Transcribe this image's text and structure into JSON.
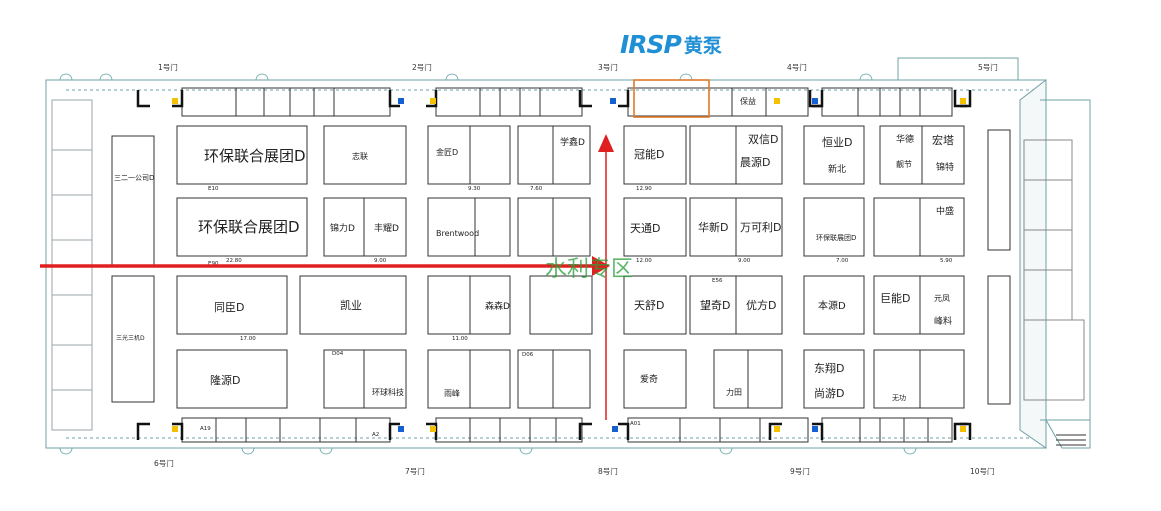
{
  "brand": {
    "mark": "IRSP",
    "cn": "黄泵"
  },
  "gates": {
    "top": [
      "1号门",
      "2号门",
      "3号门",
      "4号门",
      "5号门"
    ],
    "bottom": [
      "6号门",
      "7号门",
      "8号门",
      "9号门",
      "10号门"
    ]
  },
  "booths": {
    "b_hbl1": "环保联合展团D",
    "b_hbl2": "环保联合展团D",
    "b_zhikong": "志联",
    "b_gaolian": "金匠D",
    "b_xuexin": "学鑫D",
    "b_guanneng": "冠能D",
    "b_shuangxin": "双信D",
    "b_chenyuan": "晨源D",
    "b_hengye": "恒业D",
    "b_huadu": "华德",
    "b_hongte": "宏塔",
    "b_liangjiao": "靓节",
    "b_baoyi": "保益",
    "b_xinbei": "新北",
    "b_zhongte": "锦特",
    "b_jinli": "锦力D",
    "b_fengkai": "丰耀D",
    "b_brentwood": "Brentwood",
    "b_tiantong": "天通D",
    "b_huaxin": "华新D",
    "b_wanke": "万可利D",
    "b_zhongsheng": "中盛",
    "b_tongqi": "同臣D",
    "b_kaiye": "凯业",
    "b_senxin": "森森D",
    "b_tianshu": "天舒D",
    "b_wangqi": "望奇D",
    "b_youfang": "优方D",
    "b_benyuan": "本源D",
    "b_juneng": "巨能D",
    "b_longyuan": "隆源D",
    "b_huanqiu": "环球科技",
    "b_dongxiang": "东翔D",
    "b_shangyou": "尚游D",
    "b_hunan": "环保联展团D",
    "b_left_mid": "三二一公司D",
    "b_left_bot": "三光三机D",
    "b_lidian": "力田",
    "b_yuanfeng": "元凤",
    "b_fengliao": "峰料",
    "b_aiqi": "爱奇",
    "b_yufeng": "雨峰",
    "b_wugong": "无功"
  },
  "booth_codes": {
    "c1": "E10",
    "c2": "E90",
    "c3": "12.90",
    "c4": "9.30",
    "c5": "9.00",
    "c6": "7.60",
    "c7": "E56",
    "c8": "12.00",
    "c9": "9.00",
    "c10": "7.00",
    "c11": "5.90",
    "c12": "22.80",
    "c13": "17.00",
    "c14": "11.00",
    "c15": "D04",
    "c16": "D06",
    "c17": "A19",
    "c18": "A2",
    "c19": "A01"
  },
  "route_label": "水利专区",
  "colors": {
    "route": "#e02020",
    "route_label": "#2a9d3a",
    "wall": "#333333",
    "door": "#1560d1",
    "brand": "#1f8fd6",
    "highlight": "#e07a2a"
  }
}
